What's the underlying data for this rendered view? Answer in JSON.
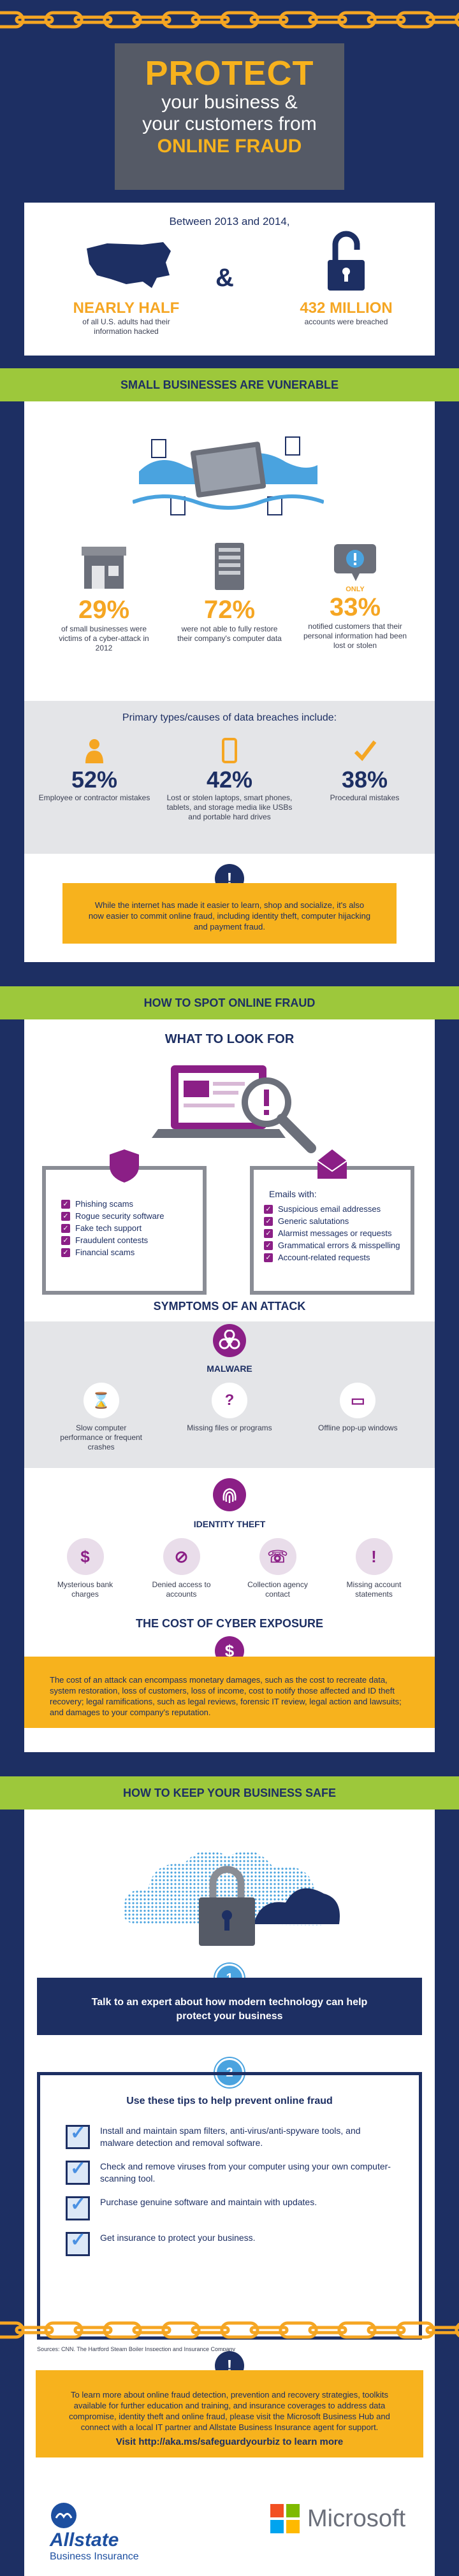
{
  "header": {
    "line1": "PROTECT",
    "line2": "your business &",
    "line3": "your customers from",
    "line4": "ONLINE FRAUD"
  },
  "intro": {
    "period": "Between 2013 and 2014,",
    "ampersand": "&",
    "stat1_value": "NEARLY HALF",
    "stat1_desc": "of all U.S. adults had their information hacked",
    "stat2_value": "432 MILLION",
    "stat2_desc": "accounts were breached"
  },
  "section1": {
    "title": "SMALL BUSINESSES ARE VUNERABLE",
    "stats": [
      {
        "value": "29%",
        "desc": "of small businesses were victims of a cyber-attack in 2012"
      },
      {
        "value": "72%",
        "desc": "were not able to fully restore their company's computer data"
      },
      {
        "value": "33%",
        "pre": "ONLY",
        "desc": "notified customers that their personal information had been lost or stolen"
      }
    ],
    "breach_title": "Primary types/causes of data breaches include:",
    "breaches": [
      {
        "value": "52%",
        "desc": "Employee or contractor mistakes"
      },
      {
        "value": "42%",
        "desc": "Lost or stolen laptops, smart phones, tablets, and storage media like USBs and portable hard drives"
      },
      {
        "value": "38%",
        "desc": "Procedural mistakes"
      }
    ],
    "note": "While the internet has made it easier to learn, shop and socialize, it's also now easier to commit online fraud, including identity theft, computer hijacking and payment fraud."
  },
  "section2": {
    "title": "HOW TO SPOT ONLINE FRAUD",
    "what_title": "WHAT TO LOOK FOR",
    "left_list": [
      "Phishing scams",
      "Rogue security software",
      "Fake tech support",
      "Fraudulent contests",
      "Financial scams"
    ],
    "emails_title": "Emails with:",
    "right_list": [
      "Suspicious email addresses",
      "Generic salutations",
      "Alarmist messages or requests",
      "Grammatical errors & misspelling",
      "Account-related requests"
    ],
    "symptoms_title": "SYMPTOMS OF AN ATTACK",
    "malware_title": "MALWARE",
    "malware": [
      "Slow computer performance or frequent crashes",
      "Missing files or programs",
      "Offline pop-up windows"
    ],
    "identity_title": "IDENTITY THEFT",
    "identity": [
      "Mysterious bank charges",
      "Denied access to accounts",
      "Collection agency contact",
      "Missing account statements"
    ],
    "cost_title": "THE COST OF CYBER EXPOSURE",
    "cost_text": "The cost of an attack can encompass monetary damages, such as the cost to recreate data, system restoration, loss of customers, loss of income, cost to notify those affected and ID theft recovery; legal ramifications, such as legal reviews, forensic IT review, legal action and lawsuits; and damages to your company's reputation."
  },
  "section3": {
    "title": "HOW TO KEEP YOUR BUSINESS SAFE",
    "step1_num": "1",
    "step1": "Talk to an expert about how modern technology can help protect your business",
    "step2_num": "2",
    "step2_title": "Use these tips to help prevent online fraud",
    "tips": [
      "Install and maintain spam filters, anti-virus/anti-spyware tools, and malware detection and removal software.",
      "Check and remove viruses from your computer using your own computer-scanning tool.",
      "Purchase genuine software and maintain with updates.",
      "Get insurance to protect your business."
    ],
    "sources": "Sources: CNN, The Hartford Steam Boiler Inspection and Insurance Company"
  },
  "footer": {
    "text": "To learn more about online fraud detection, prevention and recovery strategies, toolkits available for further education and training, and insurance coverages to address data compromise, identity theft and online fraud, please visit the Microsoft Business Hub and connect with a local IT partner and Allstate Business Insurance agent for support.",
    "cta": "Visit http://aka.ms/safeguardyourbiz to learn more",
    "brand1": "Allstate",
    "brand1_sub": "Business Insurance",
    "brand2": "Microsoft"
  },
  "colors": {
    "navy": "#1d2f63",
    "orange": "#f5a623",
    "green": "#9dc83b",
    "purple": "#8b1f86"
  }
}
